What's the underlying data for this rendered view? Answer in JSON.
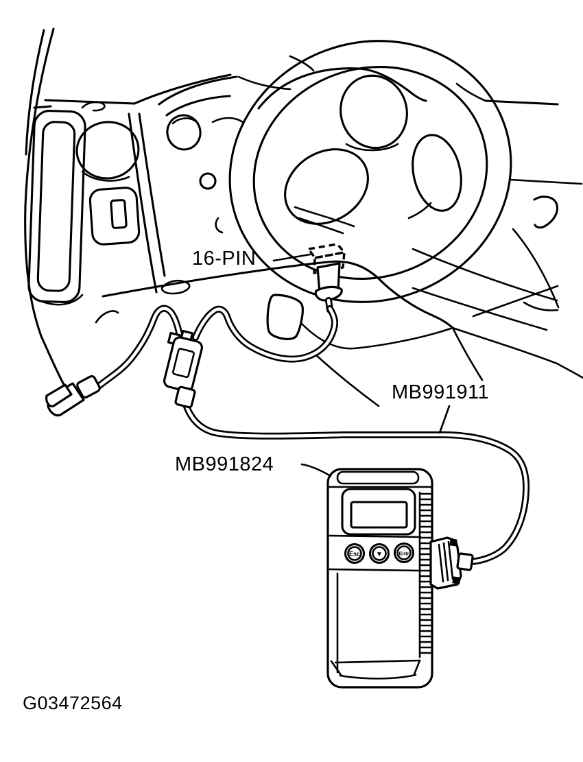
{
  "figure": {
    "id": "G03472564"
  },
  "labels": {
    "connector": "16-PIN",
    "cable": "MB991911",
    "scan_tool": "MB991824"
  },
  "scan_tool": {
    "buttons": {
      "escape": "Esc",
      "down_arrow": "▼",
      "enter": "Entr"
    }
  },
  "colors": {
    "ink": "#000000",
    "background": "#ffffff"
  }
}
